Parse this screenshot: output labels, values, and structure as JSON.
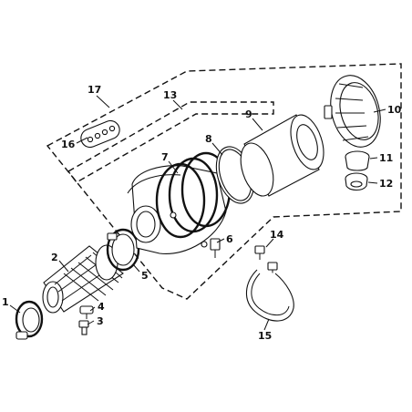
{
  "diagram": {
    "callouts": [
      "1",
      "2",
      "3",
      "4",
      "5",
      "6",
      "7",
      "8",
      "9",
      "10",
      "11",
      "12",
      "13",
      "14",
      "15",
      "16",
      "17"
    ]
  },
  "colors": {
    "line": "#111111",
    "background": "#ffffff"
  }
}
